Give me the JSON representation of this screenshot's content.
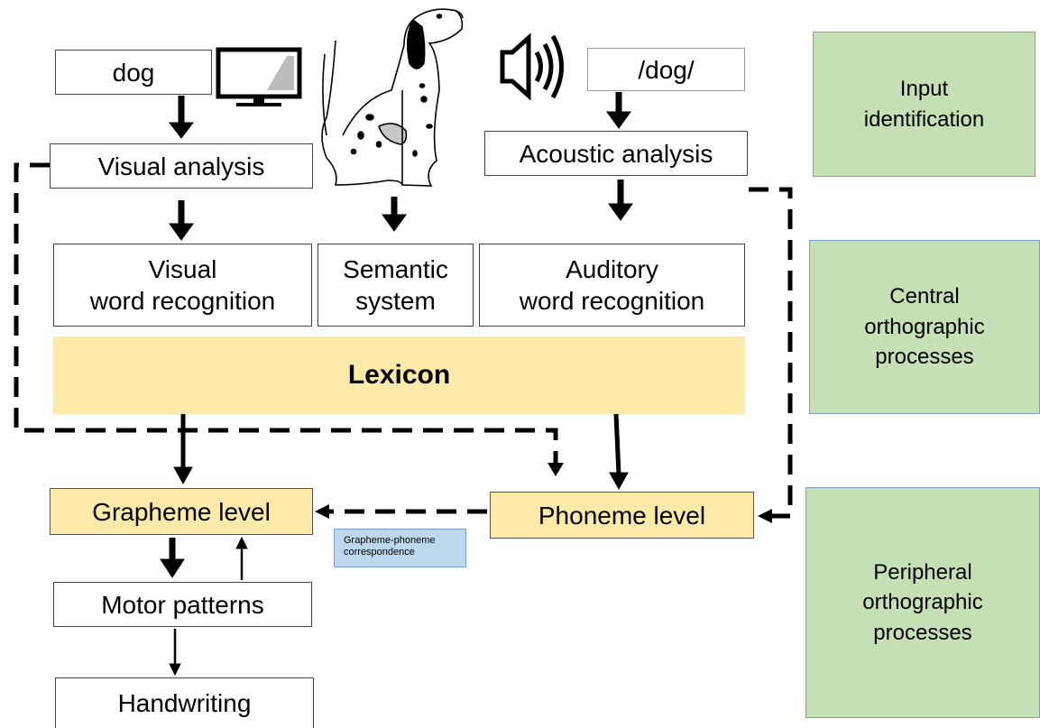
{
  "boxes": {
    "dog_text": "dog",
    "dog_sound": "/dog/",
    "visual_analysis": "Visual analysis",
    "acoustic_analysis": "Acoustic analysis",
    "visual_word_recognition": "Visual\nword recognition",
    "semantic_system": "Semantic\nsystem",
    "auditory_word_recognition": "Auditory\nword recognition",
    "lexicon": "Lexicon",
    "grapheme_level": "Grapheme level",
    "phoneme_level": "Phoneme level",
    "motor_patterns": "Motor patterns",
    "handwriting": "Handwriting",
    "gpc_note": "Grapheme-phoneme\ncorrespondence"
  },
  "side_labels": {
    "input": "Input\nidentification",
    "central": "Central\northographic\nprocesses",
    "peripheral": "Peripheral\northographic\nprocesses"
  },
  "colors": {
    "lexicon_fill": "#fde9a8",
    "side_fill": "#c5e0b4",
    "note_fill": "#bdd7ee"
  },
  "icons": [
    "monitor-icon",
    "dog-illustration",
    "speaker-icon"
  ]
}
